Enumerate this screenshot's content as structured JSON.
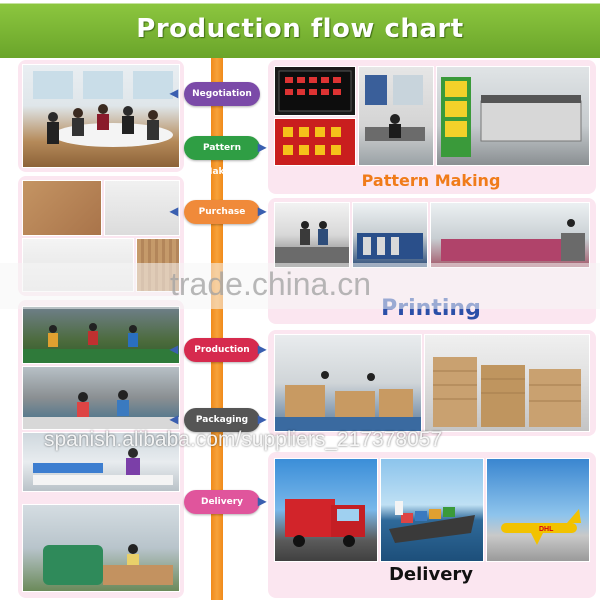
{
  "title": "Production flow chart",
  "steps": [
    {
      "label": "Negotiation",
      "color": "#7b4aa8"
    },
    {
      "label": "Pattern Making",
      "color": "#2f9e44"
    },
    {
      "label": "Purchase",
      "color": "#f08a3a"
    },
    {
      "label": "Production",
      "color": "#d62a4e"
    },
    {
      "label": "Packaging",
      "color": "#555555"
    },
    {
      "label": "Delivery",
      "color": "#e0559c"
    }
  ],
  "captions": {
    "pattern_making": "Pattern Making",
    "printing": "Printing",
    "delivery": "Delivery"
  },
  "watermarks": {
    "main": "trade.china.cn",
    "url": "spanish.alibaba.com/suppliers_217378057"
  },
  "dhl_text": "DHL",
  "colors": {
    "title_bar": "#6aa52a",
    "spine": "#f08a1a",
    "caption_orange": "#f07c1a",
    "caption_blue": "#2b4fa8"
  }
}
